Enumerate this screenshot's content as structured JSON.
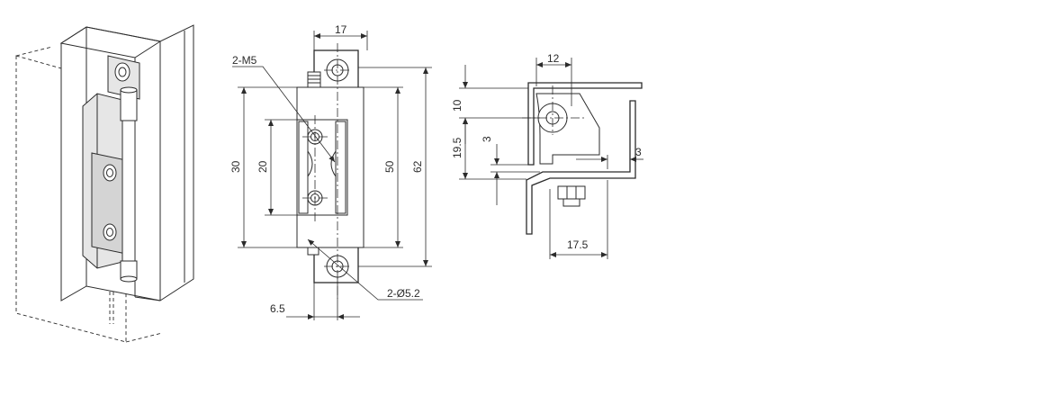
{
  "views": {
    "iso": {
      "label": ""
    },
    "front": {
      "width_top": "17",
      "thread_callout": "2-M5",
      "pitch_inner": "30",
      "slot_height": "20",
      "body_height": "50",
      "overall_height": "62",
      "hole_callout": "2-Ø5.2",
      "hole_offset": "6.5"
    },
    "side": {
      "width_top": "12",
      "height_top": "10",
      "height_mid": "19.5",
      "gap_left": "3",
      "gap_right": "3",
      "depth_bottom": "17.5"
    }
  },
  "colors": {
    "line": "#2b2b2b",
    "shade": "#e6e6e6"
  }
}
